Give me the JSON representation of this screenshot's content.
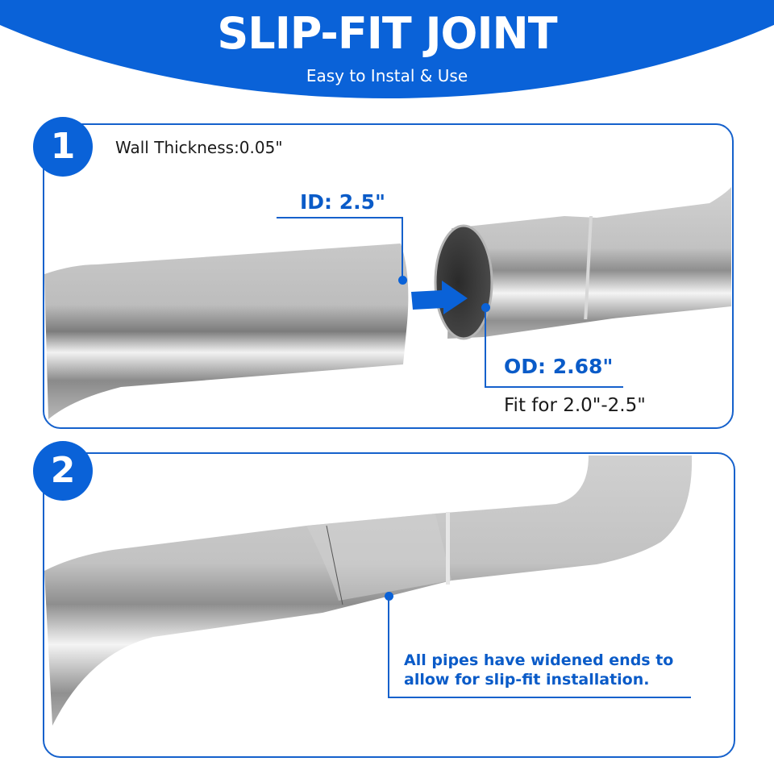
{
  "header": {
    "title": "SLIP-FIT JOINT",
    "subtitle": "Easy to Instal & Use",
    "color": "#0a62d8"
  },
  "step1": {
    "number": "1",
    "wall_thickness": "Wall Thickness:0.05\"",
    "id_label": "ID: 2.5\"",
    "od_label": "OD: 2.68\"",
    "fit_label": "Fit for 2.0\"-2.5\""
  },
  "step2": {
    "number": "2",
    "note_line1": "All pipes have widened ends to",
    "note_line2": "allow for slip-fit installation."
  },
  "icons": [
    "arrow-right-icon",
    "pipe-image",
    "callout-dot-icon"
  ]
}
